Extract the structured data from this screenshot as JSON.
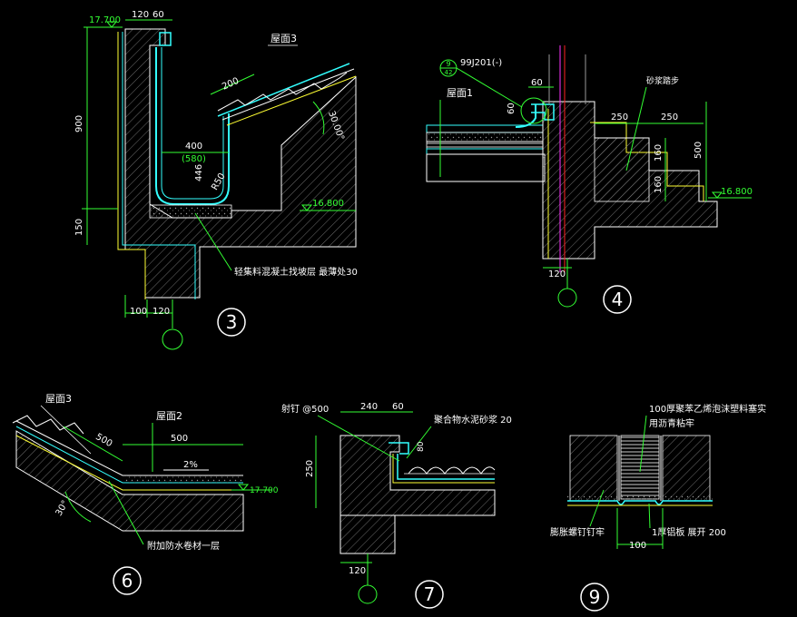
{
  "colors": {
    "bg": "#000000",
    "white": "#ffffff",
    "green": "#33ff33",
    "yellow": "#ffff33",
    "cyan": "#33ffff",
    "magenta": "#ff33ff",
    "red": "#ff2222",
    "grey": "#9a9a9a"
  },
  "detail3": {
    "tag": "3",
    "elev_top": "17.700",
    "elev_bottom": "16.800",
    "dim_120": "120",
    "dim_60": "60",
    "dim_900": "900",
    "dim_150": "150",
    "dim_200": "200",
    "dim_400": "400",
    "dim_580": "(580)",
    "dim_446": "446",
    "dim_r50": "R50",
    "angle": "30.00°",
    "roof_label": "屋面3",
    "note": "轻集料混凝土找坡层 最薄处30",
    "dim_100": "100",
    "dim_120b": "120"
  },
  "detail4": {
    "tag": "4",
    "ref": "99J201(-)",
    "bubble_top": "9",
    "bubble_bottom": "42",
    "dim_60a": "60",
    "dim_60b": "60",
    "roof_label": "屋面1",
    "step_label": "砂浆踏步",
    "dim_250a": "250",
    "dim_250b": "250",
    "dim_500": "500",
    "dim_160a": "160",
    "dim_160b": "160",
    "elev": "16.800",
    "dim_120": "120"
  },
  "detail6": {
    "tag": "6",
    "roof3": "屋面3",
    "roof2": "屋面2",
    "dim_500a": "500",
    "dim_500b": "500",
    "slope": "2%",
    "elev": "17.700",
    "angle": "30°",
    "note": "附加防水卷材一层"
  },
  "detail7": {
    "tag": "7",
    "nail": "射钉 @500",
    "dim_240": "240",
    "dim_60": "60",
    "mortar": "聚合物水泥砂浆 20",
    "dim_80": "80",
    "dim_250": "250",
    "dim_120": "120"
  },
  "detail9": {
    "tag": "9",
    "note1": "100厚聚苯乙烯泡沫塑料塞实",
    "note2": "用沥青粘牢",
    "note3": "膨胀螺钉钉牢",
    "note4": "1厚铝板 展开 200",
    "dim_100": "100"
  }
}
